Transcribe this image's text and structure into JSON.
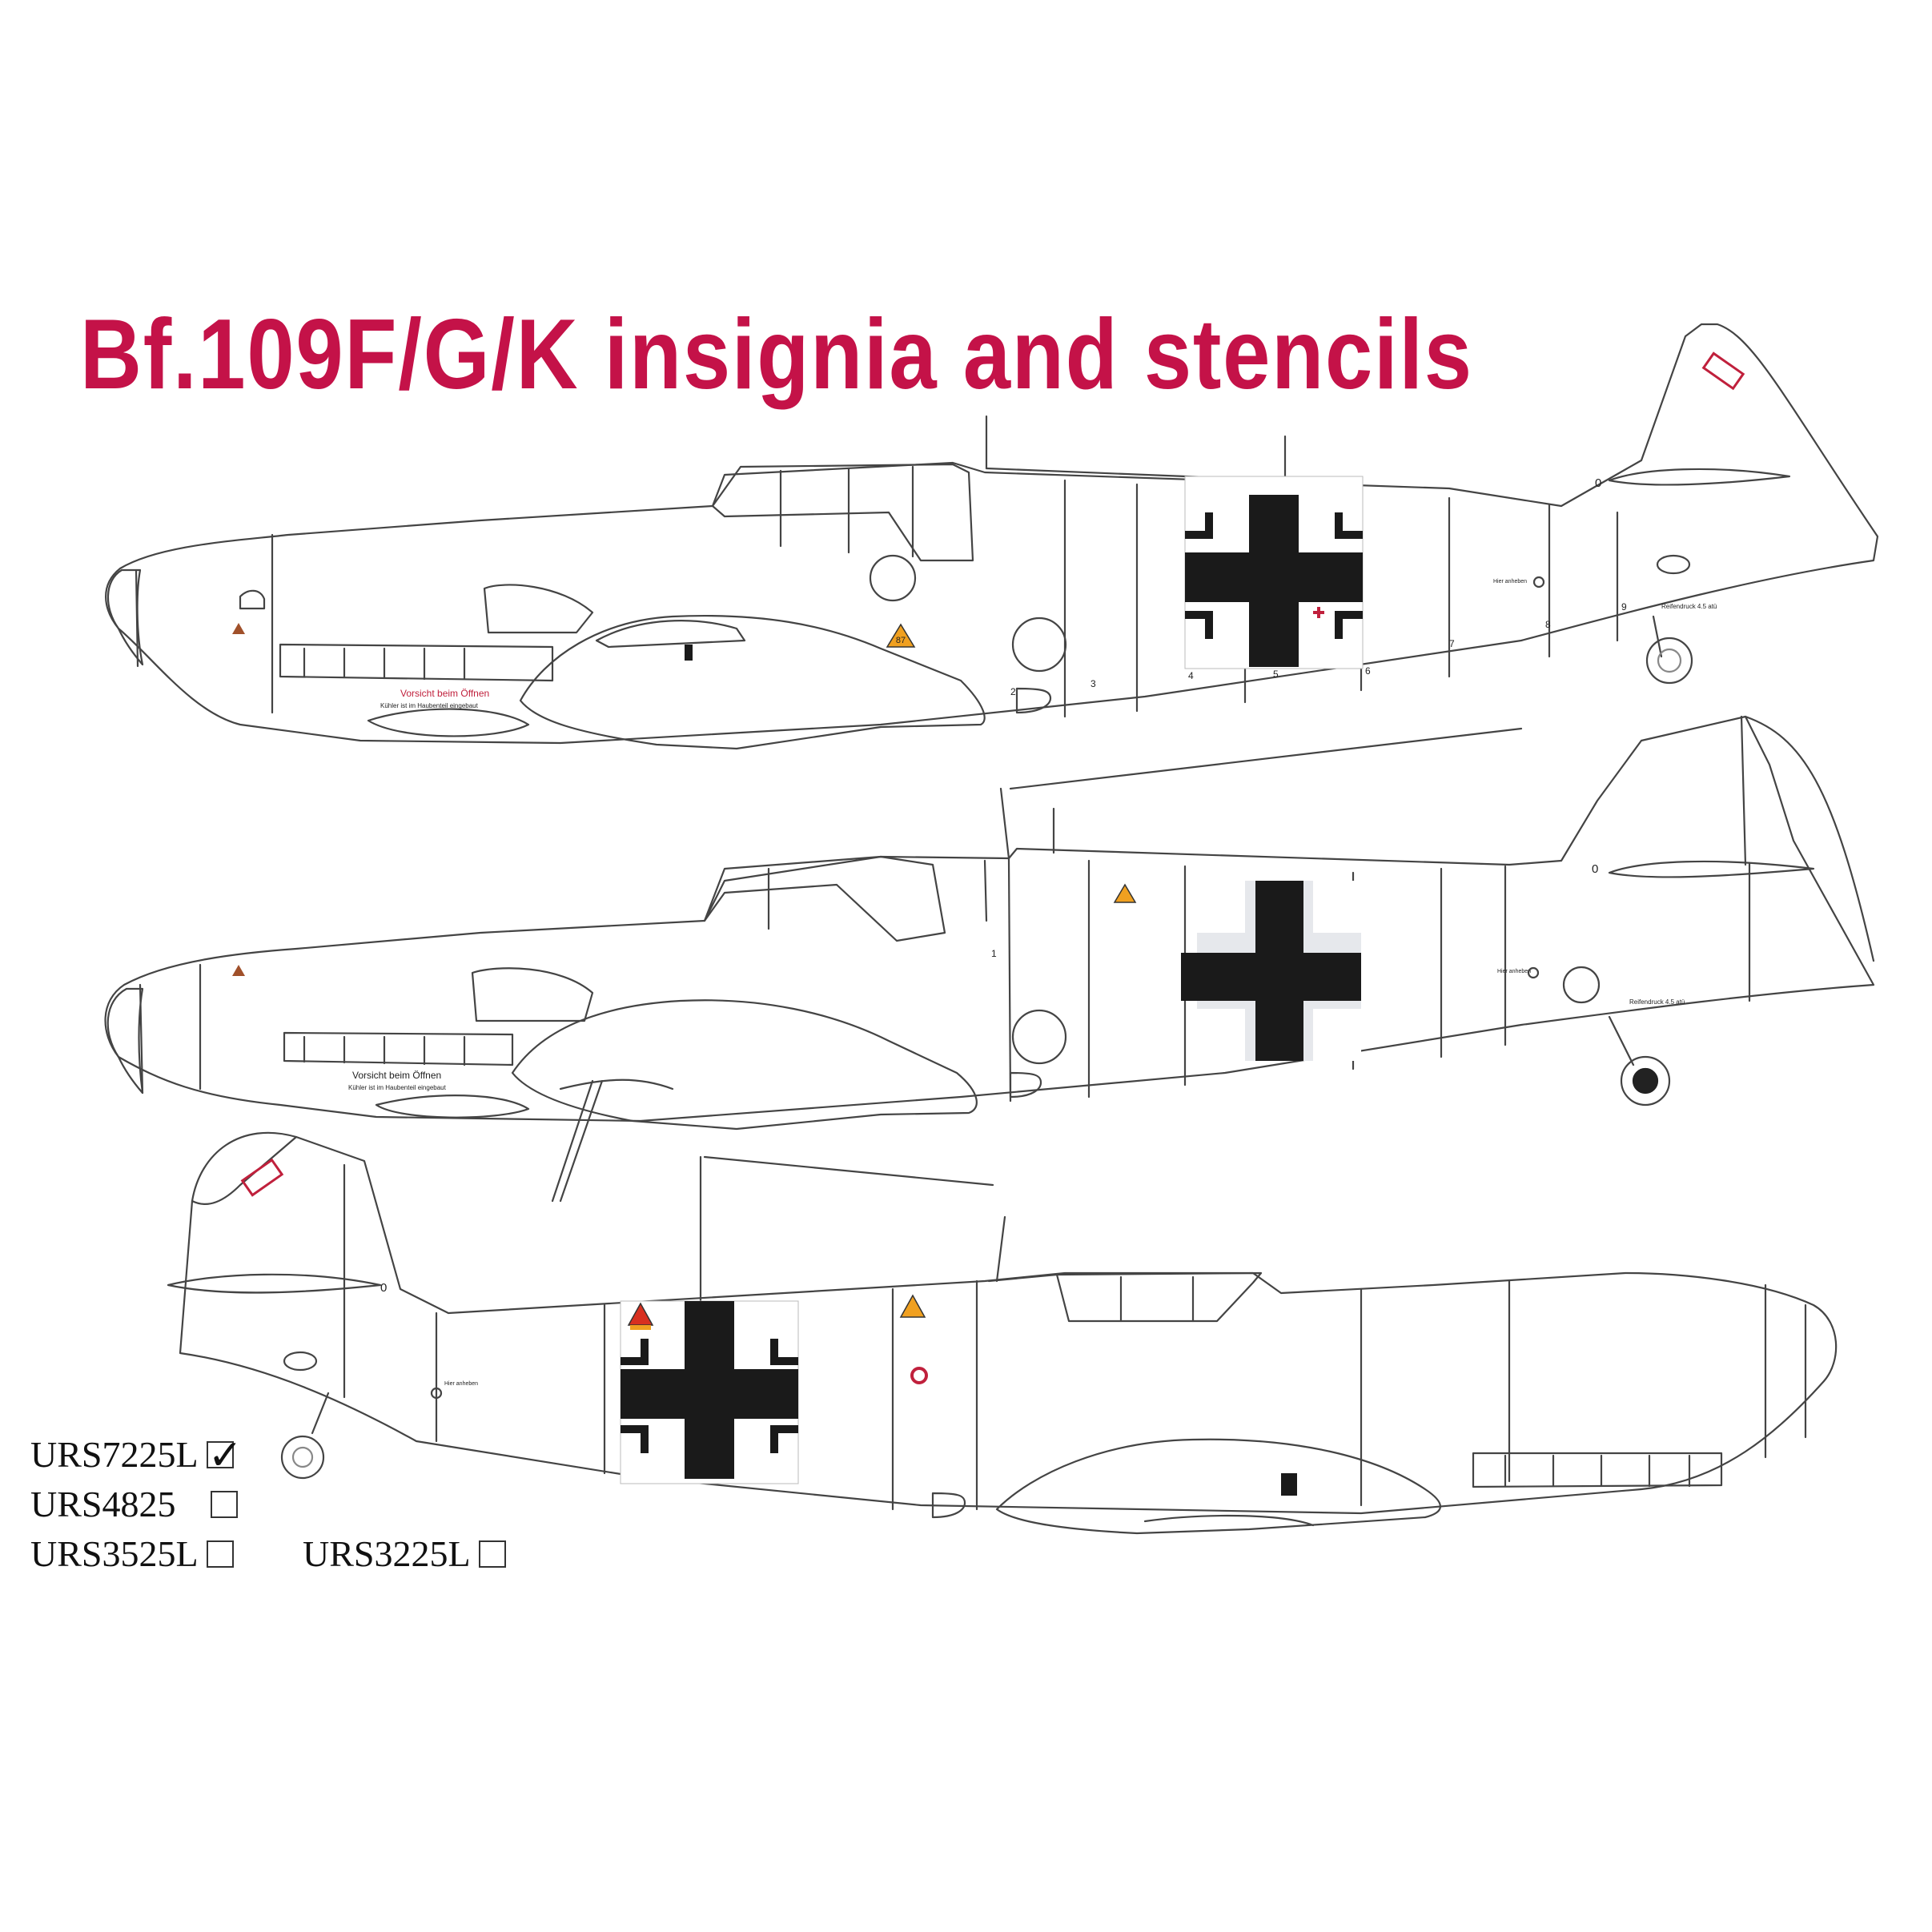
{
  "title": "Bf.109F/G/K insignia and stencils",
  "colors": {
    "title": "#c41248",
    "outline": "#444444",
    "cross": "#1a1a1a",
    "stencil_red": "#c0203c"
  },
  "stencils": {
    "top_caution": "Vorsicht beim Öffnen",
    "top_caution_sub": "Kühler ist im Haubenteil eingebaut",
    "mid_caution": "Vorsicht beim Öffnen",
    "mid_caution_sub": "Kühler ist im Haubenteil eingebaut",
    "tyre_top": "Reifendruck 4.5 atü",
    "tyre_mid": "Reifendruck 4.5 atü",
    "fuel_87": "87",
    "hier_anheben": "Hier anheben",
    "frame_numbers": [
      "2",
      "3",
      "4",
      "5",
      "6",
      "7",
      "8",
      "9"
    ],
    "frame_one": "1",
    "trim_zero": "0"
  },
  "products": [
    {
      "code": "URS7225L",
      "checked": true,
      "check_mark": "✓"
    },
    {
      "code": "URS4825",
      "checked": false
    },
    {
      "code": "URS3525L",
      "checked": false
    },
    {
      "code": "URS3225L",
      "checked": false
    }
  ]
}
